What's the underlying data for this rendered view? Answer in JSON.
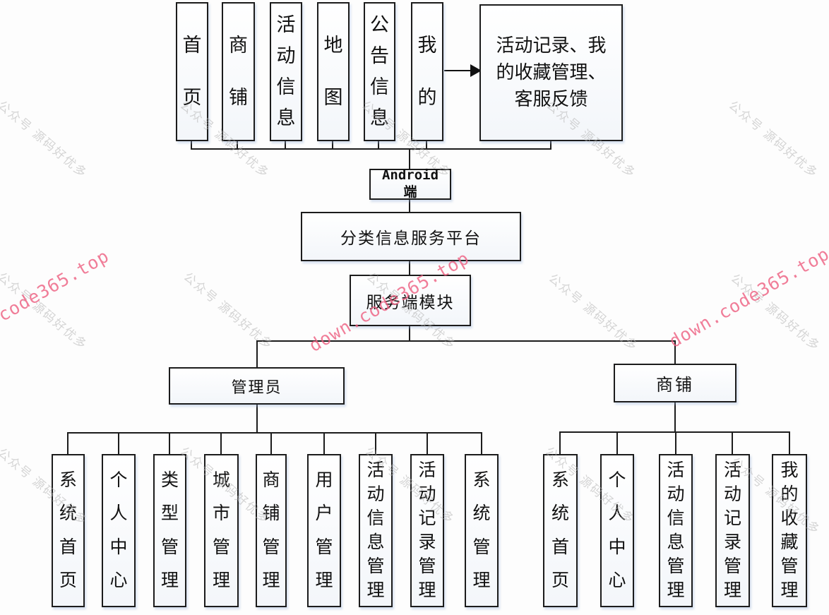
{
  "diagram": {
    "android_side": {
      "tabs": [
        {
          "label": "首页"
        },
        {
          "label": "商铺"
        },
        {
          "label": "活动信息"
        },
        {
          "label": "地图"
        },
        {
          "label": "公告信息"
        },
        {
          "label": "我的"
        }
      ],
      "mine_features": "活动记录、我的收藏管理、客服反馈",
      "android_label": "Android\n端"
    },
    "platform_label": "分类信息服务平台",
    "server_label": "服务端模块",
    "admin": {
      "label": "管理员",
      "modules": [
        {
          "label": "系统首页"
        },
        {
          "label": "个人中心"
        },
        {
          "label": "类型管理"
        },
        {
          "label": "城市管理"
        },
        {
          "label": "商铺管理"
        },
        {
          "label": "用户管理"
        },
        {
          "label": "活动信息管理"
        },
        {
          "label": "活动记录管理"
        },
        {
          "label": "系统管理"
        }
      ]
    },
    "shop": {
      "label": "商铺",
      "modules": [
        {
          "label": "系统首页"
        },
        {
          "label": "个人中心"
        },
        {
          "label": "活动信息管理"
        },
        {
          "label": "活动记录管理"
        },
        {
          "label": "我的收藏管理"
        }
      ]
    }
  },
  "watermarks": {
    "wechat_text": "公众号 源码好优多",
    "site_text": "down.code365.top",
    "gray_color": "#b4b4b4",
    "pink_color": "#ee5e80"
  }
}
